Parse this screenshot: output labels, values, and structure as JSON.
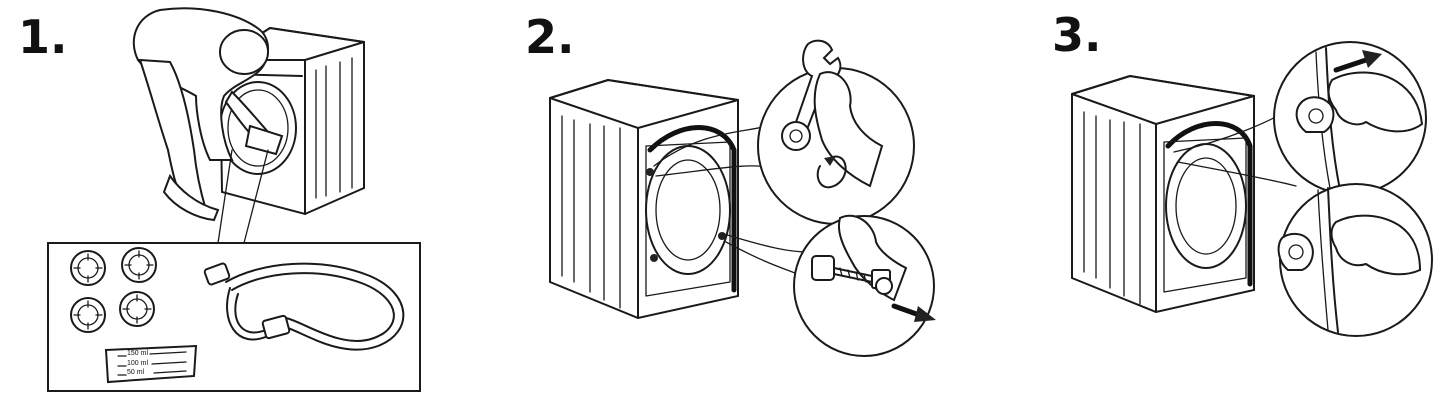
{
  "steps": [
    {
      "number": "1."
    },
    {
      "number": "2."
    },
    {
      "number": "3."
    }
  ],
  "accessories": {
    "cup_marks": [
      "150 ml",
      "100 ml",
      "50 ml"
    ]
  },
  "icons": [
    "person-unloading-icon",
    "washing-machine-icon",
    "transit-cap-icon",
    "inlet-hose-icon",
    "measuring-cup-icon",
    "wrench-icon",
    "rotate-arrow-icon",
    "transit-bolt-icon",
    "pull-arrow-icon",
    "hand-icon"
  ]
}
